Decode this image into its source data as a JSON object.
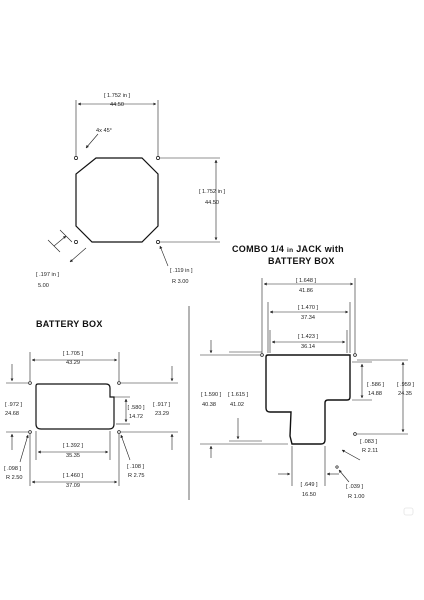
{
  "square": {
    "width_in": "[ 1.752 in ]",
    "width_mm": "44.50",
    "height_in": "[ 1.752 in ]",
    "height_mm": "44.50",
    "chamfer": "4x 45°",
    "edge_in": "[ .197 in ]",
    "edge_mm": "5.00",
    "hole_in": "[ .119 in ]",
    "hole_mm": "R 3.00"
  },
  "battery": {
    "title": "BATTERY BOX",
    "width_in": "[ 1.705 ]",
    "width_mm": "43.29",
    "height_in": "[ .972 ]",
    "height_mm": "24.68",
    "notch_in": "[ .580 ]",
    "notch_mm": "14.72",
    "right_in": "[ .917 ]",
    "right_mm": "23.29",
    "inner_in": "[ 1.392 ]",
    "inner_mm": "35.35",
    "outer_in": "[ 1.460 ]",
    "outer_mm": "37.09",
    "hole_left_in": "[ .098 ]",
    "hole_left_mm": "R 2.50",
    "hole_right_in": "[ .108 ]",
    "hole_right_mm": "R 2.75"
  },
  "combo": {
    "title_a": "COMBO 1/4",
    "title_in": "in",
    "title_b": "JACK with",
    "title_c": "BATTERY BOX",
    "w1_in": "[ 1.648 ]",
    "w1_mm": "41.86",
    "w2_in": "[ 1.470 ]",
    "w2_mm": "37.34",
    "w3_in": "[ 1.423 ]",
    "w3_mm": "36.14",
    "h1_in": "[ 1.590 ]",
    "h1_mm": "40.38",
    "h2_in": "[ 1.615 ]",
    "h2_mm": "41.02",
    "r1_in": "[ .586 ]",
    "r1_mm": "14.88",
    "r2_in": "[ .959 ]",
    "r2_mm": "24.35",
    "hole1_in": "[ .083 ]",
    "hole1_mm": "R 2.11",
    "bottom_in": "[ .649 ]",
    "bottom_mm": "16.50",
    "hole2_in": "[ .039 ]",
    "hole2_mm": "R 1.00"
  }
}
